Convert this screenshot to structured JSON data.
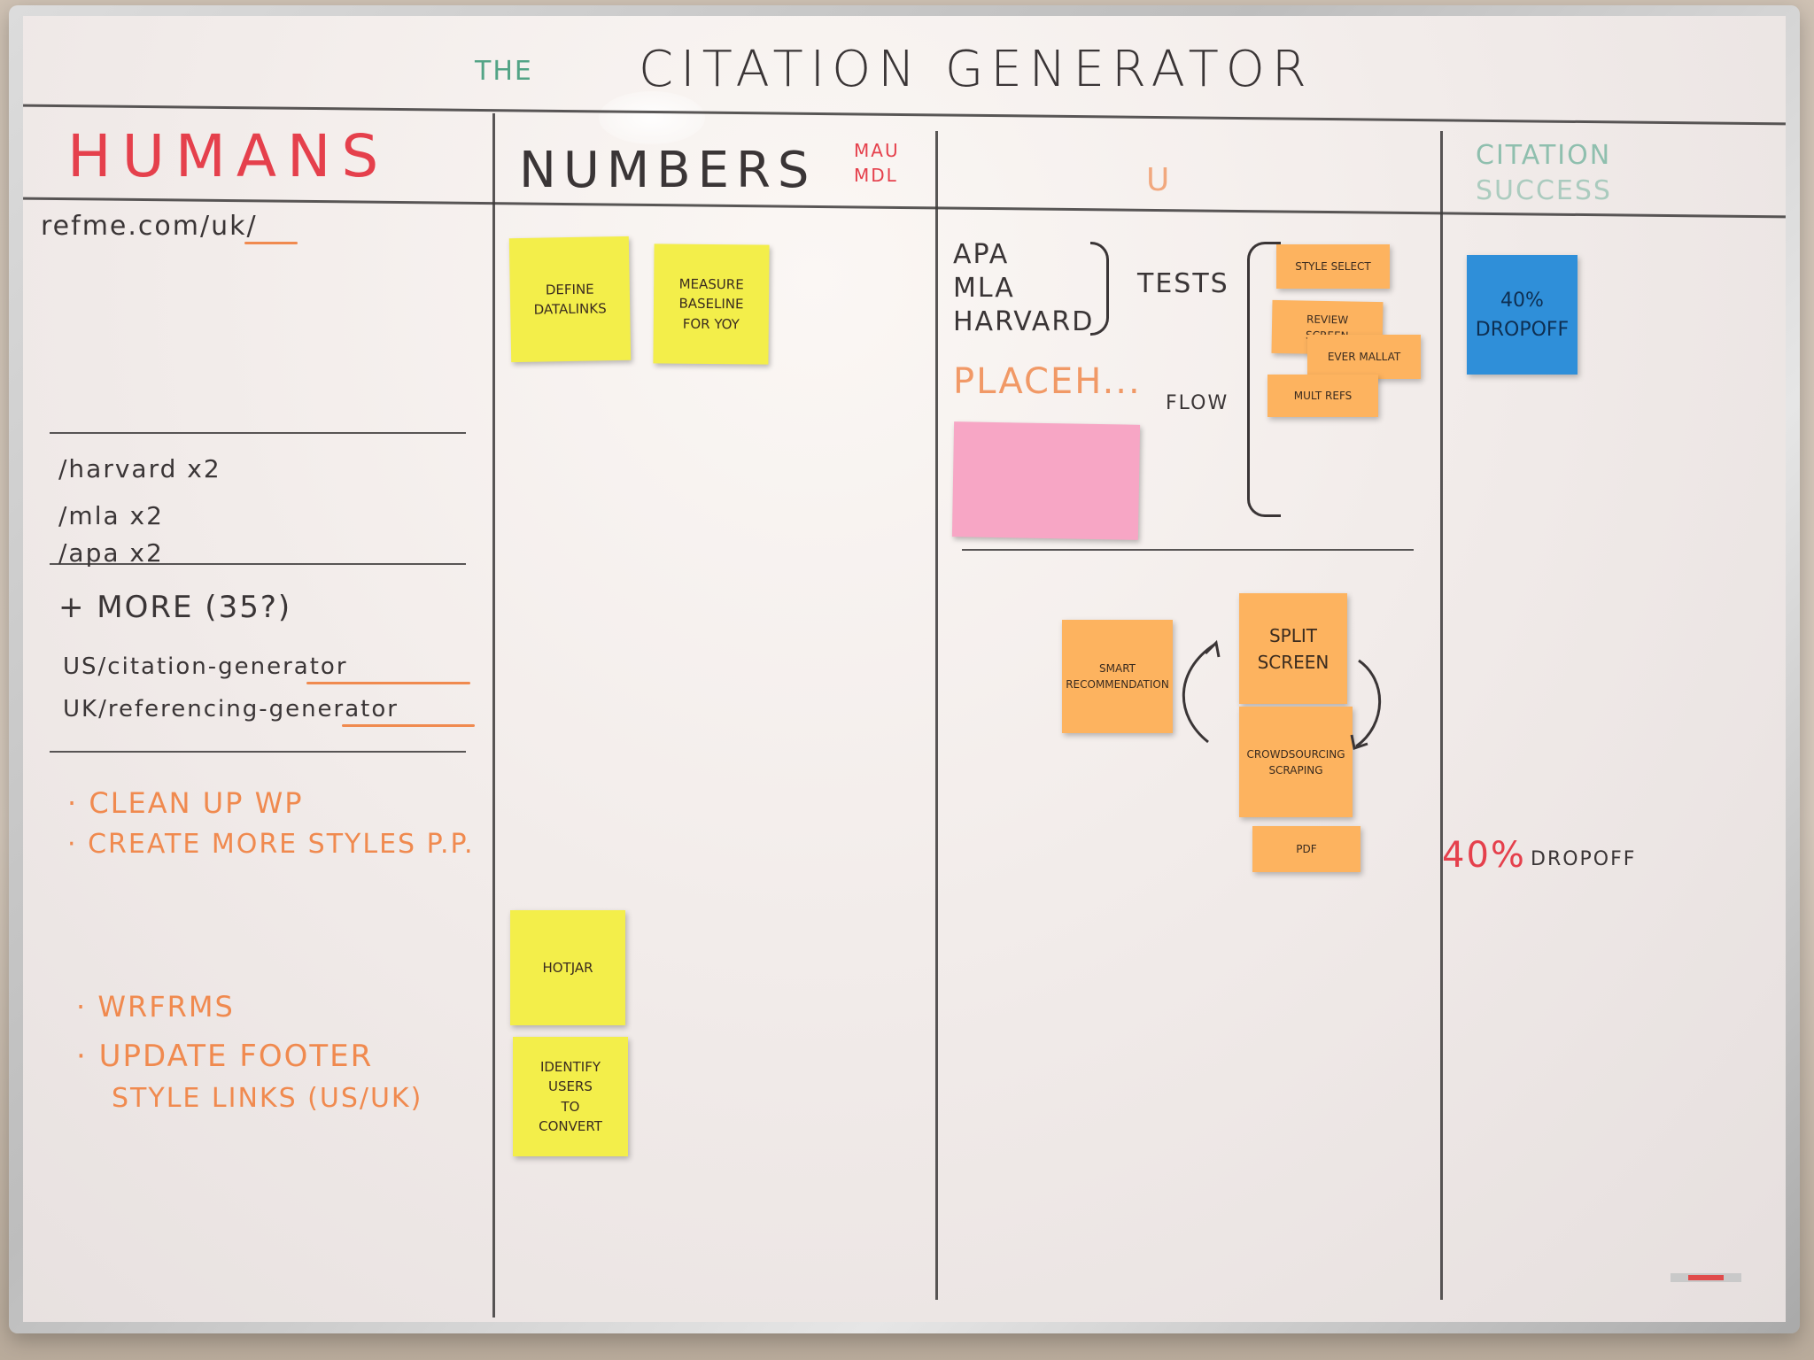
{
  "board": {
    "title_prefix": "THE",
    "title": "CITATION GENERATOR"
  },
  "columns": {
    "humans": "HUMANS",
    "numbers": "NUMBERS",
    "numbers_sub1": "MAU",
    "numbers_sub2": "MDL",
    "u": "U",
    "citation_success_1": "CITATION",
    "citation_success_2": "SUCCESS"
  },
  "humans": {
    "url": "refme.com/uk/",
    "list1": "/harvard x2",
    "list2": "/mla x2",
    "list3": "/apa x2",
    "more": "+ MORE (35?)",
    "us_link": "US/citation-generator",
    "uk_link": "UK/referencing-generator",
    "todo1": "· CLEAN UP WP",
    "todo2": "· CREATE MORE STYLES P.P.",
    "todo3": "· WRFRMS",
    "todo4": "· UPDATE FOOTER",
    "todo5": "STYLE LINKS (US/UK)"
  },
  "numbers": {
    "note1": "DEFINE\nDATALINKS",
    "note2": "MEASURE\nBASELINE\nFOR YOY",
    "note3": "HOTJAR",
    "note4": "IDENTIFY\nUSERS\nTO\nCONVERT"
  },
  "u": {
    "style1": "APA",
    "style2": "MLA",
    "style3": "HARVARD",
    "tests": "TESTS",
    "placeholder": "PLACEH...",
    "flow": "FLOW",
    "flow1": "STYLE SELECT",
    "flow2": "REVIEW\nSCREEN",
    "flow3": "EVER MALLAT",
    "flow4": "MULT REFS",
    "split": "SPLIT\nSCREEN",
    "smart": "SMART\nRECOMMENDATION",
    "crowd": "CROWDSOURCING\nSCRAPING",
    "pdf": "PDF"
  },
  "success": {
    "note": "40%\nDROPOFF",
    "written_pct": "40%",
    "written_label": "DROPOFF"
  },
  "colors": {
    "marker_black": "#3a3536",
    "marker_red": "#e5404c",
    "marker_orange": "#f08a4f",
    "marker_green": "#53a486",
    "note_yellow": "#f3ee4a",
    "note_orange": "#fdb35f",
    "note_blue": "#2f8fd9",
    "note_pink": "#f7a6c5"
  }
}
